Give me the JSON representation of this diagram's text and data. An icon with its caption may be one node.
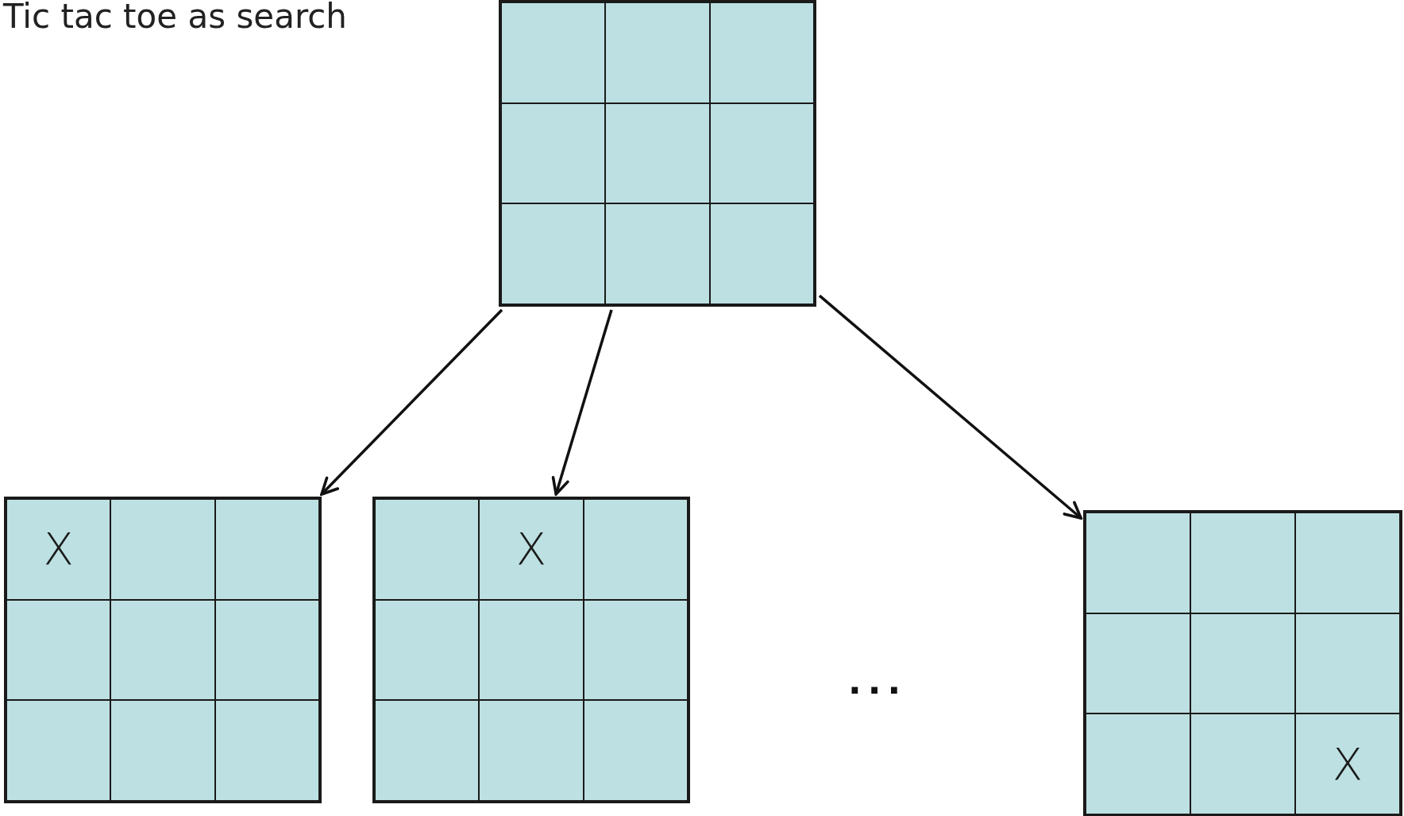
{
  "diagram": {
    "title": "Tic tac toe as search",
    "nodes": [
      {
        "text": [],
        "shape": "box"
      },
      {
        "text": [],
        "shape": "box",
        "in": 0
      },
      {
        "text": [],
        "shape": "box",
        "in": 0
      },
      {
        "text": [],
        "shape": "box",
        "in": 0
      },
      {
        "text": [],
        "shape": "box",
        "in": 0
      },
      {
        "text": [],
        "shape": "box",
        "in": 0
      },
      {
        "text": [],
        "shape": "box",
        "in": 0
      },
      {
        "text": [],
        "shape": "box",
        "in": 0
      },
      {
        "text": [],
        "shape": "box",
        "in": 0
      },
      {
        "text": [],
        "shape": "box",
        "in": 0
      },
      {
        "text": [],
        "shape": "box"
      },
      {
        "text": [
          "X"
        ],
        "in": 10
      },
      {
        "text": [],
        "shape": "box",
        "in": 10
      },
      {
        "text": [],
        "shape": "box",
        "in": 10
      },
      {
        "text": [],
        "shape": "box",
        "in": 10
      },
      {
        "text": [],
        "shape": "box",
        "in": 10
      },
      {
        "text": [],
        "shape": "box",
        "in": 10
      },
      {
        "text": [],
        "shape": "box",
        "in": 10
      },
      {
        "text": [],
        "shape": "box",
        "in": 10
      },
      {
        "text": [],
        "shape": "box",
        "in": 10
      },
      {
        "text": [],
        "shape": "box"
      },
      {
        "text": [],
        "shape": "box",
        "in": 20
      },
      {
        "text": [
          "X"
        ],
        "in": 20
      },
      {
        "text": [],
        "shape": "box",
        "in": 20
      },
      {
        "text": [],
        "shape": "box",
        "in": 20
      },
      {
        "text": [],
        "shape": "box",
        "in": 20
      },
      {
        "text": [],
        "shape": "box",
        "in": 20
      },
      {
        "text": [],
        "shape": "box",
        "in": 20
      },
      {
        "text": [],
        "shape": "box",
        "in": 20
      },
      {
        "text": [],
        "shape": "box",
        "in": 20
      },
      {
        "text": [],
        "shape": "box"
      },
      {
        "text": [],
        "shape": "box",
        "in": 30
      },
      {
        "text": [],
        "shape": "box",
        "in": 30
      },
      {
        "text": [],
        "shape": "box",
        "in": 30
      },
      {
        "text": [],
        "shape": "box",
        "in": 30
      },
      {
        "text": [],
        "shape": "box",
        "in": 30
      },
      {
        "text": [],
        "shape": "box",
        "in": 30
      },
      {
        "text": [],
        "shape": "box",
        "in": 30
      },
      {
        "text": [],
        "shape": "box",
        "in": 30
      },
      {
        "text": [
          "X"
        ],
        "in": 30
      }
    ],
    "edges": [
      {
        "from": 0,
        "to": 10,
        "arrow": "to"
      },
      {
        "from": 0,
        "to": 20,
        "arrow": "to"
      },
      {
        "from": 0,
        "to": 30,
        "arrow": "to"
      }
    ],
    "labels": [
      "..."
    ]
  }
}
